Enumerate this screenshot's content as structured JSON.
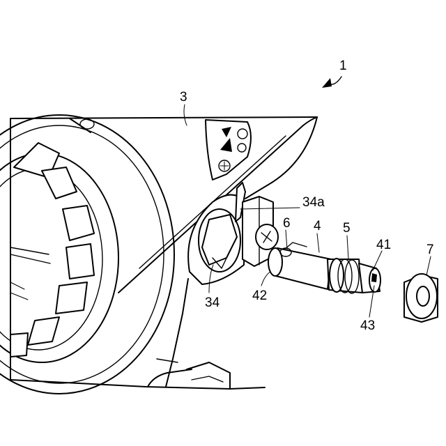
{
  "labels": {
    "assembly": "1",
    "body": "3",
    "bracket": "34",
    "bracket_part": "34a",
    "shaft": "4",
    "sleeve": "5",
    "screw": "6",
    "cap": "7",
    "part_41": "41",
    "part_42": "42",
    "part_43": "43"
  }
}
